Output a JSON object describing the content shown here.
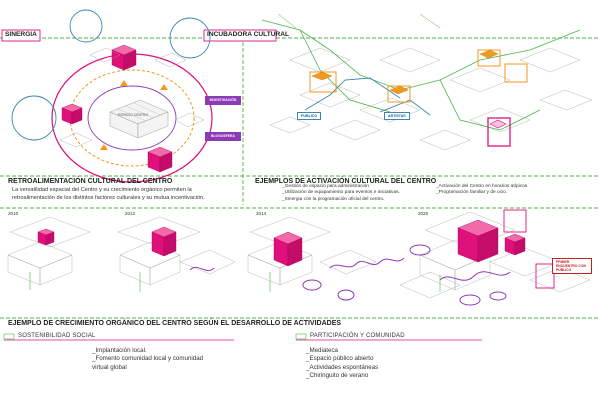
{
  "colors": {
    "green": "#49b545",
    "magenta": "#e0107a",
    "orange": "#f29a1e",
    "blue": "#3a87b5",
    "purple": "#8d3bb4",
    "gray": "#9a9a9a"
  },
  "sections": {
    "sinergia": "SINERGIA",
    "incubadora": "INCUBADORA CULTURAL",
    "retro": "RETROALIMENTACIÓN CULTURAL DEL CENTRO",
    "ejemplos": "EJEMPLOS DE ACTIVACIÓN CULTURAL DEL CENTRO",
    "crecimiento": "EJEMPLO DE CRECIMIENTO ORGÁNICO DEL CENTRO SEGÚN EL DESARROLLO DE ACTIVIDADES"
  },
  "ring": {
    "inv": "INVESTIGACIÓN",
    "blog": "BLOGOSFERA",
    "center": "ESPACIO CENTRO"
  },
  "retro_text": {
    "l1": "La versatilidad espacial del Centro y su crecimiento orgánico permiten la",
    "l2": "retroalimentación de los distintos factores culturales y su mutua incentivación."
  },
  "ejemplos_text": {
    "l1": "_Gestión de espacio para administración",
    "l2": "_Utilización de equipamiento para eventos e iniciativas.",
    "l3": "_Sinergia con la programación oficial del centro.",
    "r1": "_Activación del Centro en horarios atípicos.",
    "r2": "_Programación familiar y de ocio."
  },
  "blue_tags": {
    "publico": "PÚBLICO",
    "artistas": "ARTISTAS"
  },
  "years": [
    "2010",
    "2012",
    "2014",
    "2020"
  ],
  "red_tag": "PRIMER ENCUENTRO CON PÚBLICO",
  "bottom": {
    "sost_title": "SOSTENIBILIDAD SOCIAL",
    "part_title": "PARTICIPACIÓN Y COMUNIDAD",
    "sost": [
      "_Implantación local.",
      "_Fomento comunidad local y comunidad",
      "virtual global"
    ],
    "part": [
      "_Mediateca",
      "_Espacio público abierto",
      "_Actividades espontáneas",
      "_Chiringuito de verano"
    ]
  }
}
